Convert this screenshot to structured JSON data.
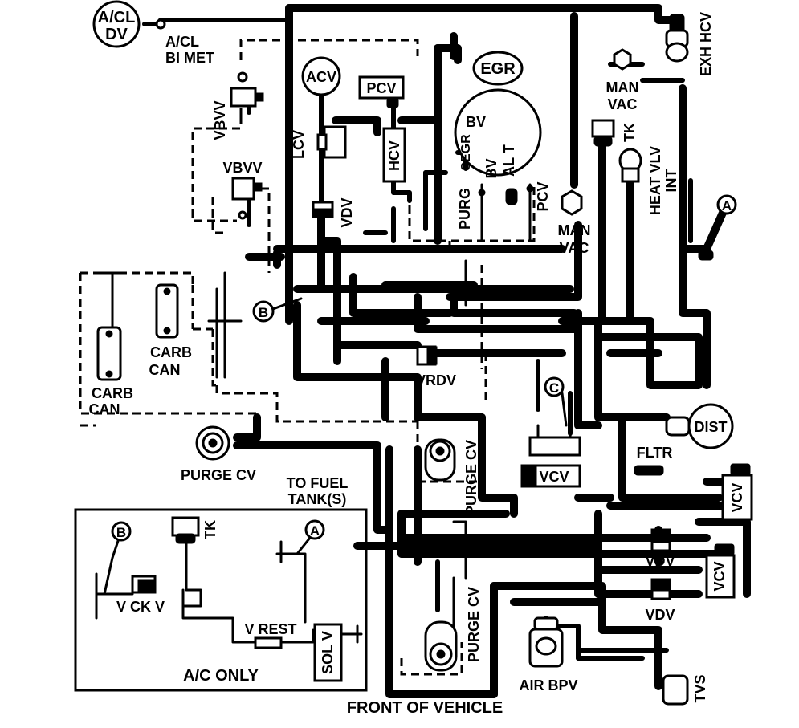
{
  "labels": {
    "acl_dv_top": "A/CL",
    "acl_dv_bot": "DV",
    "acl_bimet_1": "A/CL",
    "acl_bimet_2": "BI MET",
    "exh_hcv": "EXH HCV",
    "egr": "EGR",
    "acv": "ACV",
    "pcv_top": "PCV",
    "man_vac_top_1": "MAN",
    "man_vac_top_2": "VAC",
    "vbvv_1": "VBVV",
    "vbvv_2": "VBVV",
    "lcv": "LCV",
    "hcv": "HCV",
    "bv_1": "BV",
    "segr": "SEGR",
    "bv_2": "BV",
    "al_t": "AL T",
    "purg": "PURG",
    "pcv_mid": "PCV",
    "vdv_mid": "VDV",
    "tk_top": "TK",
    "heat_vlv_int_1": "HEAT VLV",
    "heat_vlv_int_2": "INT",
    "man_vac_mid_1": "MAN",
    "man_vac_mid_2": "VAC",
    "callout_a": "A",
    "callout_b": "B",
    "callout_c": "C",
    "carb_can_1a": "CARB",
    "carb_can_1b": "CAN",
    "carb_can_2a": "CARB",
    "carb_can_2b": "CAN",
    "vrdv": "VRDV",
    "dist": "DIST",
    "fltr": "FLTR",
    "vcv_1": "VCV",
    "vcv_2": "VCV",
    "vcv_3": "VCV",
    "purge_cv_1": "PURGE CV",
    "to_fuel_1": "TO FUEL",
    "to_fuel_2": "TANK(S)",
    "purge_cv_2": "PURGE CV",
    "purge_cv_3": "PURGE CV",
    "vdv_r1": "VDV",
    "vdv_r2": "VDV",
    "air_bpv": "AIR BPV",
    "tvs": "TVS",
    "front_of_vehicle": "FRONT OF VEHICLE",
    "inset_b": "B",
    "inset_tk": "TK",
    "inset_a": "A",
    "v_ck_v": "V CK V",
    "v_rest": "V REST",
    "sol_v": "SOL V",
    "ac_only": "A/C ONLY"
  }
}
